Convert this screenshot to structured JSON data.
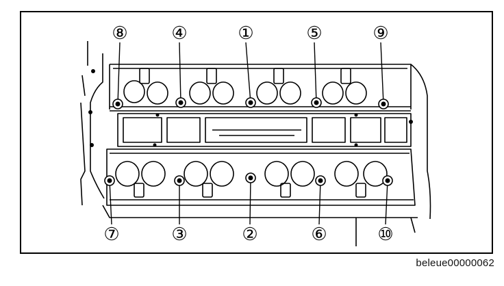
{
  "figure": {
    "caption": "beleue00000062"
  },
  "callouts": {
    "top": [
      {
        "number": "8",
        "label": "⑧"
      },
      {
        "number": "4",
        "label": "④"
      },
      {
        "number": "1",
        "label": "①"
      },
      {
        "number": "5",
        "label": "⑤"
      },
      {
        "number": "9",
        "label": "⑨"
      }
    ],
    "bottom": [
      {
        "number": "7",
        "label": "⑦"
      },
      {
        "number": "3",
        "label": "③"
      },
      {
        "number": "2",
        "label": "②"
      },
      {
        "number": "6",
        "label": "⑥"
      },
      {
        "number": "10",
        "label": "⑩"
      }
    ]
  },
  "colors": {
    "line": "#000000",
    "background": "#ffffff"
  }
}
